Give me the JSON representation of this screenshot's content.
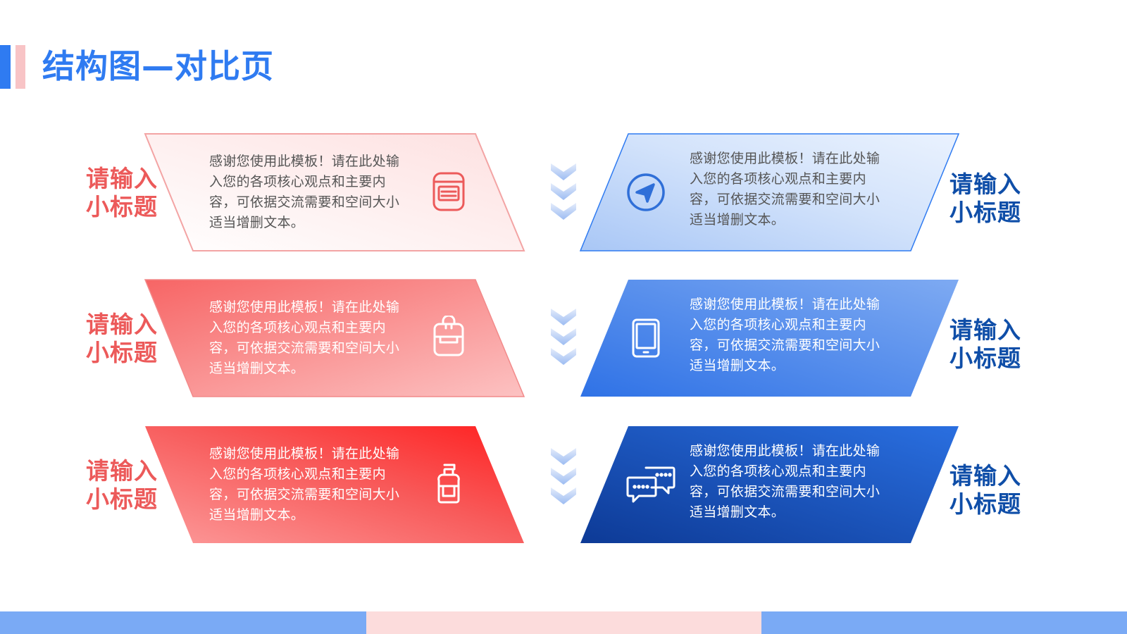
{
  "page": {
    "title": "结构图—对比页"
  },
  "left_items": [
    {
      "subtitle_line1": "请输入",
      "subtitle_line2": "小标题",
      "body": "感谢您使用此模板！请在此处输入您的各项核心观点和主要内容，可依据交流需要和空间大小适当增删文本。",
      "icon": "storage-jar-icon"
    },
    {
      "subtitle_line1": "请输入",
      "subtitle_line2": "小标题",
      "body": "感谢您使用此模板！请在此处输入您的各项核心观点和主要内容，可依据交流需要和空间大小适当增删文本。",
      "icon": "backpack-icon"
    },
    {
      "subtitle_line1": "请输入",
      "subtitle_line2": "小标题",
      "body": "感谢您使用此模板！请在此处输入您的各项核心观点和主要内容，可依据交流需要和空间大小适当增删文本。",
      "icon": "pump-bottle-icon"
    }
  ],
  "right_items": [
    {
      "subtitle_line1": "请输入",
      "subtitle_line2": "小标题",
      "body": "感谢您使用此模板！请在此处输入您的各项核心观点和主要内容，可依据交流需要和空间大小适当增删文本。",
      "icon": "navigation-arrow-icon"
    },
    {
      "subtitle_line1": "请输入",
      "subtitle_line2": "小标题",
      "body": "感谢您使用此模板！请在此处输入您的各项核心观点和主要内容，可依据交流需要和空间大小适当增删文本。",
      "icon": "tablet-icon"
    },
    {
      "subtitle_line1": "请输入",
      "subtitle_line2": "小标题",
      "body": "感谢您使用此模板！请在此处输入您的各项核心观点和主要内容，可依据交流需要和空间大小适当增删文本。",
      "icon": "chat-bubbles-icon"
    }
  ],
  "colors": {
    "title_blue": "#2f7bf1",
    "accent_pink": "#f8c4c6",
    "subtitle_red": "#ec5a5a",
    "subtitle_navy": "#0f4ea8",
    "bottom_blue": "#7aaaf5",
    "bottom_pink": "#fcdcdc"
  }
}
